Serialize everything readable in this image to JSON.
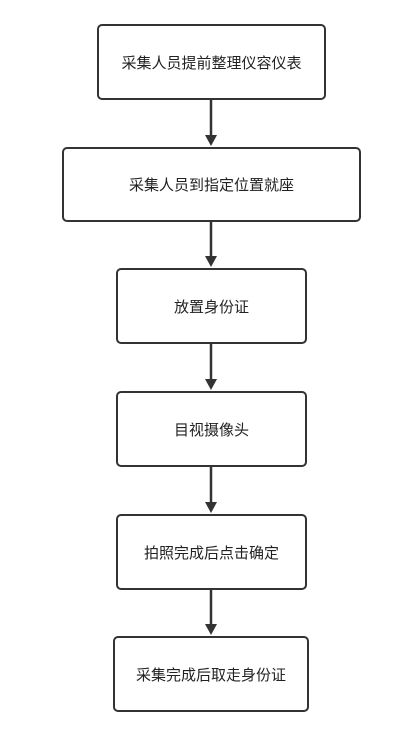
{
  "colors": {
    "stroke": "#333333",
    "text": "#222222",
    "background": "#ffffff"
  },
  "steps": [
    {
      "label": "采集人员提前整理仪容仪表"
    },
    {
      "label": "采集人员到指定位置就座"
    },
    {
      "label": "放置身份证"
    },
    {
      "label": "目视摄像头"
    },
    {
      "label": "拍照完成后点击确定"
    },
    {
      "label": "采集完成后取走身份证"
    }
  ]
}
